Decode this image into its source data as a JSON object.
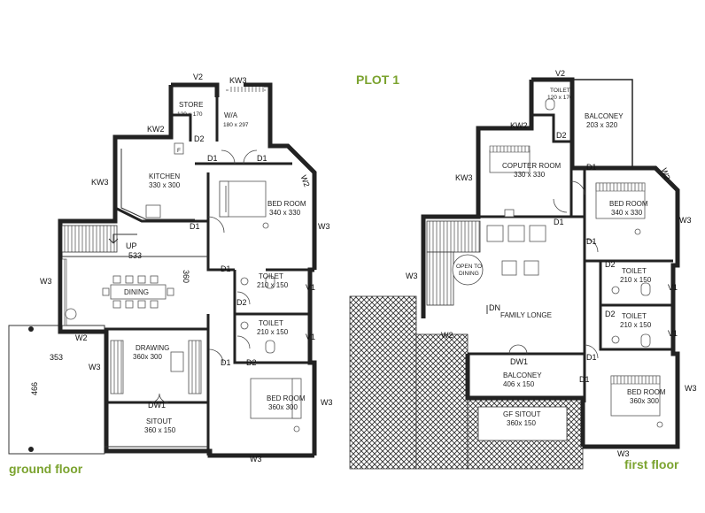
{
  "title": "PLOT 1",
  "ground_floor": {
    "caption": "ground floor",
    "rooms": {
      "store": "STORE",
      "store_size": "120 x 170",
      "wa": "W/A",
      "wa_size": "180 x 297",
      "kitchen": "KITCHEN",
      "kitchen_size": "330 x 300",
      "bedroom1": "BED ROOM",
      "bedroom1_size": "340 x 330",
      "dining": "DINING",
      "toilet1": "TOILET",
      "toilet1_size": "210 x 150",
      "toilet2": "TOILET",
      "toilet2_size": "210 x 150",
      "drawing": "DRAWING",
      "drawing_size": "360x 300",
      "bedroom2": "BED ROOM",
      "bedroom2_size": "360x 300",
      "sitout": "SITOUT",
      "sitout_size": "360 x 150"
    },
    "marks": {
      "v2": "V2",
      "kw3_top": "KW3",
      "kw2": "KW2",
      "d2_store": "D2",
      "d1_kitchen_a": "D1",
      "d1_kitchen_b": "D1",
      "w2_bed": "W2",
      "kw3_left": "KW3",
      "d1_left": "D1",
      "w3_bed": "W3",
      "up": "UP",
      "stair_dim": "533",
      "dim_360": "360",
      "d1_toilet": "D1",
      "w3_left": "W3",
      "v1_a": "V1",
      "d2_t2": "D2",
      "v1_b": "V1",
      "w2_bottom": "W2",
      "w3_draw": "W3",
      "d1_bed2": "D1",
      "d2_bed2": "D2",
      "w3_bed2": "W3",
      "dw1": "DW1",
      "w3_bottom": "W3",
      "dim_353": "353",
      "dim_466": "466",
      "f": "F"
    }
  },
  "first_floor": {
    "caption": "first floor",
    "rooms": {
      "toilet_top": "TOILET",
      "toilet_top_size": "120 x 170",
      "balcony_top": "BALCONEY",
      "balcony_top_size": "203 x 320",
      "computer": "COPUTER ROOM",
      "computer_size": "330 x 330",
      "bedroom1": "BED ROOM",
      "bedroom1_size": "340 x 330",
      "open_dining_1": "OPEN TO",
      "open_dining_2": "DINING",
      "toilet1": "TOILET",
      "toilet1_size": "210 x 150",
      "family": "FAMILY LONGE",
      "toilet2": "TOILET",
      "toilet2_size": "210 x 150",
      "balcony_mid": "BALCONEY",
      "balcony_mid_size": "406 x 150",
      "bedroom2": "BED ROOM",
      "bedroom2_size": "360x 300",
      "gf_sitout": "GF SITOUT",
      "gf_sitout_size": "360x 150"
    },
    "marks": {
      "v2": "V2",
      "kw2": "KW2",
      "d2_top": "D2",
      "kw3": "KW3",
      "d1_a": "D1",
      "w2_bed": "W2",
      "w3_bed": "W3",
      "d1_b": "D1",
      "d1_c": "D1",
      "w3_left": "W3",
      "d2_t1": "D2",
      "v1_a": "V1",
      "dn": "DN",
      "d2_t2": "D2",
      "v1_b": "V1",
      "w2_bal": "W2",
      "dw1": "DW1",
      "d1_d": "D1",
      "d1_e": "D1",
      "w3_bed2": "W3",
      "w3_bottom": "W3"
    }
  }
}
